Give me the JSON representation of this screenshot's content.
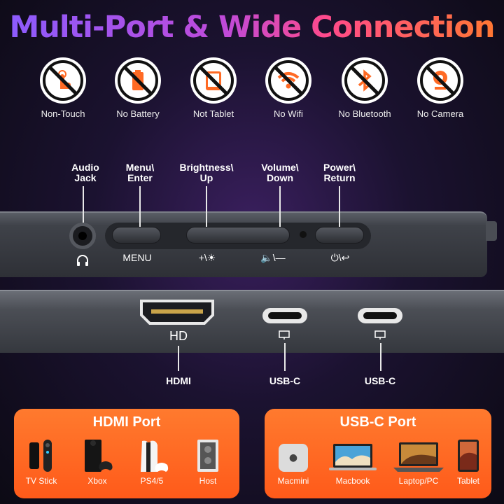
{
  "title": "Multi-Port & Wide Connection",
  "no_features": [
    {
      "label": "Non-Touch",
      "icon": "touch-hand-icon"
    },
    {
      "label": "No Battery",
      "icon": "battery-icon"
    },
    {
      "label": "Not Tablet",
      "icon": "tablet-icon"
    },
    {
      "label": "No Wifi",
      "icon": "wifi-icon"
    },
    {
      "label": "No Bluetooth",
      "icon": "bluetooth-icon"
    },
    {
      "label": "No Camera",
      "icon": "webcam-icon"
    }
  ],
  "buttons": {
    "audio": "Audio\nJack",
    "menu": "Menu\\\nEnter",
    "brightness": "Brightness\\\nUp",
    "volume": "Volume\\\nDown",
    "power": "Power\\\nReturn",
    "menu_symbol": "MENU",
    "brightness_symbol": "+\\☀",
    "volume_symbol": "🔈\\—",
    "power_symbol": "⏻\\↩"
  },
  "ports": {
    "hdmi_symbol": "HD",
    "hdmi_label": "HDMI",
    "usbc1_label": "USB-C",
    "usbc2_label": "USB-C"
  },
  "hdmi_card": {
    "title": "HDMI Port",
    "devices": [
      "TV Stick",
      "Xbox",
      "PS4/5",
      "Host"
    ]
  },
  "usbc_card": {
    "title": "USB-C Port",
    "devices": [
      "Macmini",
      "Macbook",
      "Laptop/PC",
      "Tablet"
    ]
  },
  "colors": {
    "accent": "#ff6a24",
    "title_start": "#8a5cff",
    "title_end": "#ff7a2e"
  }
}
